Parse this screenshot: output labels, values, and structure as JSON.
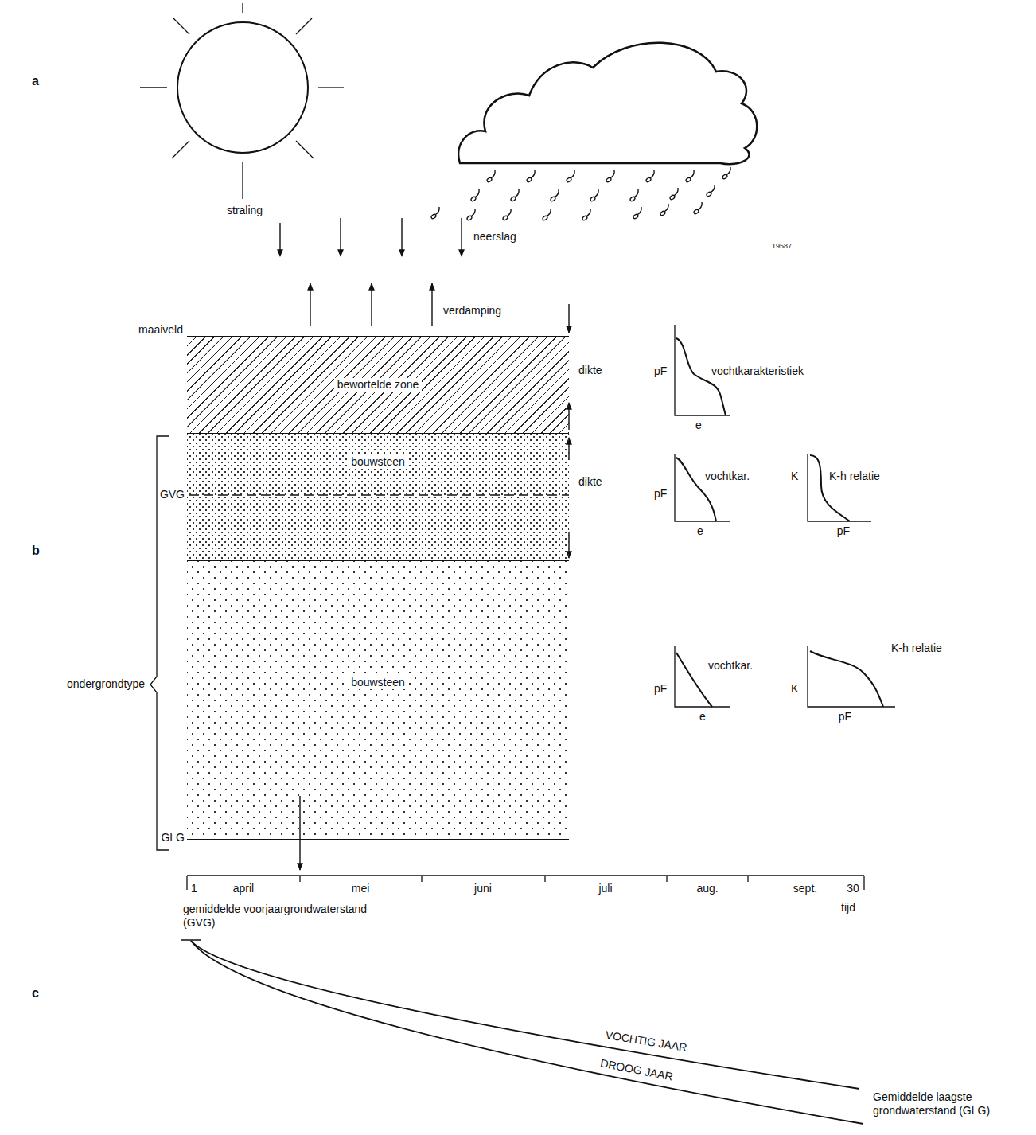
{
  "diagram": {
    "nodes": [
      {
        "text": [
          "bewortelde zone"
        ]
      },
      {
        "text": [
          "bouwsteen"
        ]
      },
      {
        "text": [
          "bouwsteen"
        ]
      }
    ],
    "labels": [
      "a",
      "straling",
      "neerslag",
      "19587",
      "verdamping",
      "maaiveld",
      "dikte",
      "b",
      "GVG",
      "dikte",
      "ondergrondtype",
      "GLG",
      "pF",
      "vochtkarakteristiek",
      "e",
      "pF",
      "vochtkar.",
      "e",
      "K",
      "K-h relatie",
      "pF",
      "pF",
      "vochtkar.",
      "e",
      "K",
      "K-h relatie",
      "pF",
      "1",
      "april",
      "mei",
      "juni",
      "juli",
      "aug.",
      "sept.",
      "30",
      "gemiddelde voorjaargrondwaterstand (GVG)",
      "tijd",
      "c",
      "VOCHTIG JAAR",
      "DROOG JAAR",
      "Gemiddelde laagste grondwaterstand (GLG)"
    ]
  }
}
